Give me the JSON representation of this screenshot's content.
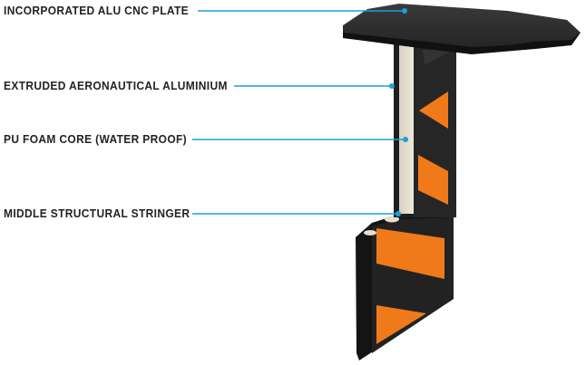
{
  "labels": [
    {
      "text": "INCORPORATED ALU CNC PLATE"
    },
    {
      "text": "EXTRUDED AERONAUTICAL ALUMINIUM"
    },
    {
      "text": "PU FOAM CORE (WATER PROOF)"
    },
    {
      "text": "MIDDLE STRUCTURAL STRINGER"
    }
  ],
  "colors": {
    "leader": "#1a9fd8",
    "orange": "#f07a1a",
    "body": "#1c1c1c",
    "foam": "#e6dfcf"
  }
}
